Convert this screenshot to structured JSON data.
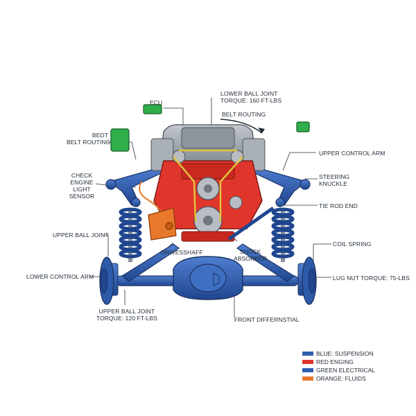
{
  "labels": {
    "ecu": "ECU",
    "lower_ball_joint_1": "LOWER BALL JOINT",
    "lower_ball_joint_2": "TORQUE: 160 FT-LBS",
    "belt_routing_top": "BELT ROUTING",
    "belt_routing_left_1": "BEDT",
    "belt_routing_left_2": "BELT ROUTING",
    "upper_control_arm": "UPPER CONTROL ARM",
    "steering_knuckle_1": "STEERING",
    "steering_knuckle_2": "KNUCKLE",
    "check_engine_1": "CHECK",
    "check_engine_2": "ENGINE",
    "check_engine_3": "LIGHT",
    "check_engine_4": "SENSOR",
    "tie_rod_end": "TIE ROD END",
    "upper_ball_joint": "UPPER BALL JOINT",
    "driveshaft": "DRIVESSHAFF",
    "shock_absorber_1": "SHOCK",
    "shock_absorber_2": "ABSORBER",
    "coil_spring": "COIL SPRING",
    "lower_control_arm": "LOWER CONTROL ARM",
    "lug_nut_torque": "LUG NUT TORQUE: 75-LBS",
    "upper_ball_joint_torque_1": "UPPER BALL JOINT",
    "upper_ball_joint_torque_2": "TORQUE: 120 FT-LBS",
    "front_differential": "FRONT DIFFERNSTIAL"
  },
  "legend": [
    {
      "text": "BLUE: SUSPENSION",
      "color": "#2f5fb0"
    },
    {
      "text": "RED ENGING",
      "color": "#e0352b"
    },
    {
      "text": "GREEN ELECTRICAL",
      "color": "#2f5fb0"
    },
    {
      "text": "ORANGE: FLUIDS",
      "color": "#e8782a"
    }
  ],
  "colors": {
    "suspension": "#2f5fb0",
    "engine": "#e0352b",
    "electrical": "#2fae4a",
    "fluids": "#e8782a",
    "metal": "#9aa1a8",
    "belt": "#e3c23a"
  }
}
